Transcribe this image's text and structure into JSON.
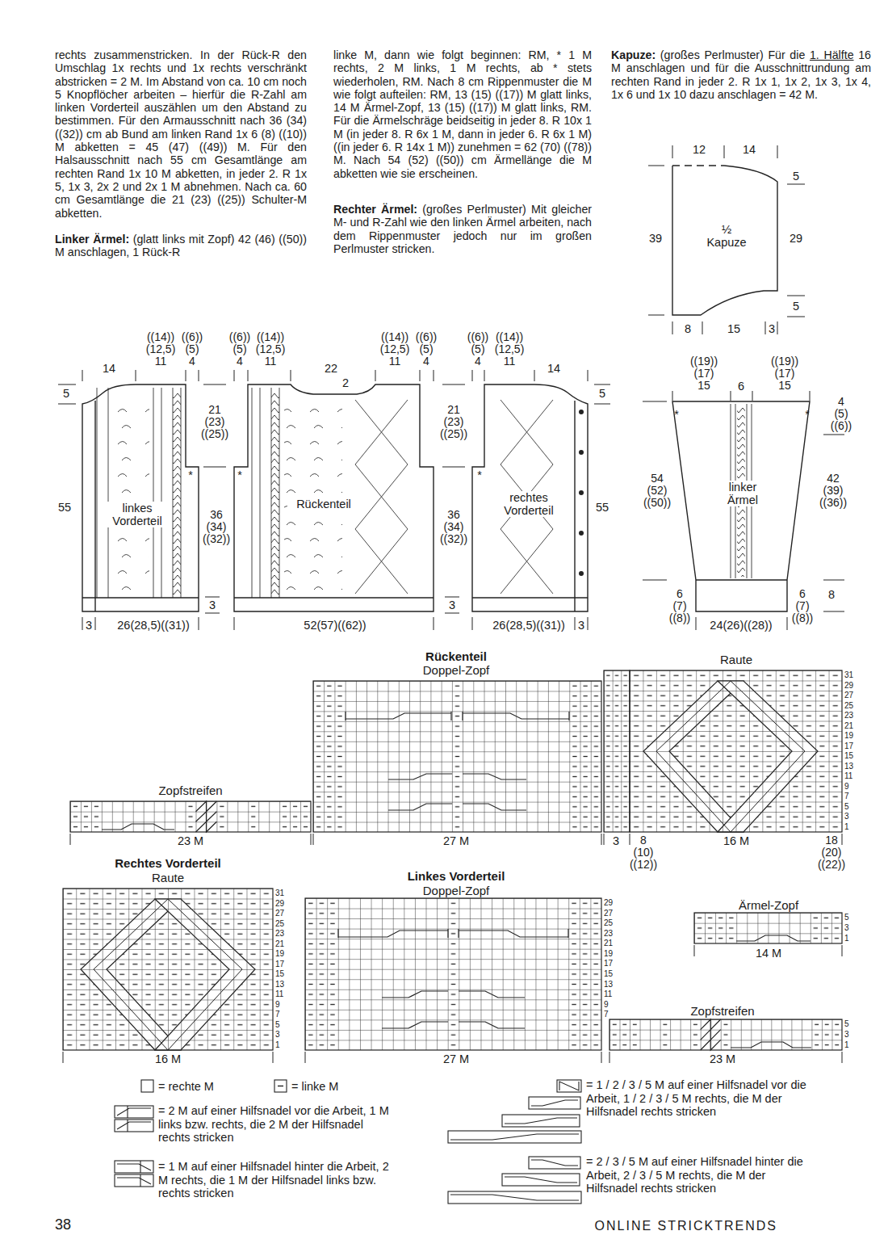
{
  "diagram": {
    "nodes": [
      {
        "text": [
          "linkes Vorderteil"
        ]
      },
      {
        "text": [
          "Rückenteil"
        ]
      },
      {
        "text": [
          "rechtes Vorderteil"
        ]
      },
      {
        "text": [
          "½ Kapuze"
        ]
      },
      {
        "text": [
          "linker Ärmel"
        ]
      }
    ],
    "labels": [
      "rechts zusammenstricken. In der Rück-R den Umschlag 1x rechts und 1x rechts verschränkt abstricken = 2 M. Im Abstand von ca. 10 cm noch 5 Knopflöcher arbeiten – hierfür die R-Zahl am linken Vorderteil auszählen um den Abstand zu bestimmen. Für den Armausschnitt nach 36 (34) ((32)) cm ab Bund am linken Rand 1x 6 (8) ((10)) M abketten = 45 (47) ((49)) M. Für den Halsausschnitt nach 55 cm Gesamtlänge am rechten Rand 1x 10 M abketten, in jeder 2. R 1x 5, 1x 3, 2x 2 und 2x 1 M abnehmen. Nach ca. 60 cm Gesamtlänge die 21 (23) ((25)) Schulter-M abketten.",
      "Linker Ärmel:",
      "(glatt links mit Zopf) 42 (46) ((50)) M anschlagen, 1 Rück-R",
      "linke M, dann wie folgt beginnen: RM, * 1 M rechts, 2 M links, 1 M rechts, ab * stets wiederholen, RM. Nach 8 cm Rippenmuster die M wie folgt aufteilen: RM, 13 (15) ((17)) M glatt links, 14 M Ärmel-Zopf, 13 (15) ((17)) M glatt links, RM. Für die Ärmelschräge beidseitig in jeder 8. R 10x 1 M (in jeder 8. R 6x 1 M, dann in jeder 6. R 6x 1 M) ((in jeder 6. R 14x 1 M)) zunehmen = 62 (70) ((78)) M. Nach 54 (52) ((50)) cm Ärmellänge die M abketten wie sie erscheinen.",
      "Rechter Ärmel:",
      "(großes Perlmuster) Mit gleicher M- und R-Zahl wie den linken Ärmel arbeiten, nach dem Rippenmuster jedoch nur im großen Perlmuster stricken.",
      "Kapuze:",
      "(großes Perlmuster) Für die",
      "1. Hälfte",
      "16 M anschlagen und für die Ausschnittrundung am rechten Rand in jeder 2. R 1x 1, 1x 2, 1x 3, 1x 4, 1x 6 und 1x 10 dazu anschlagen = 42 M.",
      "14",
      "((14)) (12,5) 11",
      "((6)) (5) 4",
      "((6)) (5) 4",
      "((14)) (12,5) 11",
      "22",
      "2",
      "((14)) (12,5) 11",
      "((6)) (5) 4",
      "((6)) (5) 4",
      "((14)) (12,5) 11",
      "14",
      "5",
      "55",
      "21 (23) ((25))",
      "36 (34) ((32))",
      "21 (23) ((25))",
      "36 (34) ((32))",
      "5",
      "55",
      "*",
      "*",
      "*",
      "3",
      "3",
      "3",
      "26(28,5)((31))",
      "52(57)((62))",
      "26(28,5)((31))",
      "3",
      "12",
      "14",
      "5",
      "39",
      "29",
      "5",
      "8",
      "15",
      "3",
      "((19)) (17) 15",
      "6",
      "((19)) (17) 15",
      "4 (5) ((6))",
      "54 (52) ((50))",
      "42 (39) ((36))",
      "6 (7) ((8))",
      "6 (7) ((8))",
      "8",
      "24(26)((28))",
      "*",
      "*",
      "Rückenteil",
      "Doppel-Zopf",
      "Raute",
      "Zopfstreifen",
      "23 M",
      "27 M",
      "3",
      "8 (10) ((12))",
      "16 M",
      "18 (20) ((22))",
      "31",
      "29",
      "27",
      "25",
      "23",
      "21",
      "19",
      "17",
      "15",
      "13",
      "11",
      "9",
      "7",
      "5",
      "3",
      "1",
      "Rechtes Vorderteil",
      "Raute",
      "31",
      "29",
      "27",
      "25",
      "23",
      "21",
      "19",
      "17",
      "15",
      "13",
      "11",
      "9",
      "7",
      "5",
      "3",
      "1",
      "16 M",
      "Linkes Vorderteil",
      "Doppel-Zopf",
      "29",
      "27",
      "25",
      "23",
      "21",
      "19",
      "17",
      "15",
      "13",
      "11",
      "9",
      "7",
      "27 M",
      "Ärmel-Zopf",
      "5",
      "3",
      "1",
      "14 M",
      "Zopfstreifen",
      "5",
      "3",
      "1",
      "23 M",
      "38",
      "ONLINE STRICKTRENDS"
    ],
    "legend": [
      {
        "text": "= rechte M"
      },
      {
        "text": "= linke M"
      },
      {
        "text": "= 2 M auf einer Hilfsnadel vor die Arbeit, 1 M links bzw. rechts, die 2 M der Hilfsnadel rechts stricken"
      },
      {
        "text": "= 1 M auf einer Hilfsnadel hinter die Arbeit, 2 M rechts, die 1 M der Hilfsnadel links bzw. rechts stricken"
      },
      {
        "text": "= 1 / 2 / 3 / 5 M auf einer Hilfsnadel vor die Arbeit, 1 / 2 / 3 / 5 M rechts, die M der Hilfsnadel rechts stricken"
      },
      {
        "text": "= 2 / 3 / 5 M auf einer Hilfsnadel hinter die Arbeit, 2 / 3 / 5 M rechts, die M der Hilfsnadel rechts stricken"
      }
    ]
  }
}
